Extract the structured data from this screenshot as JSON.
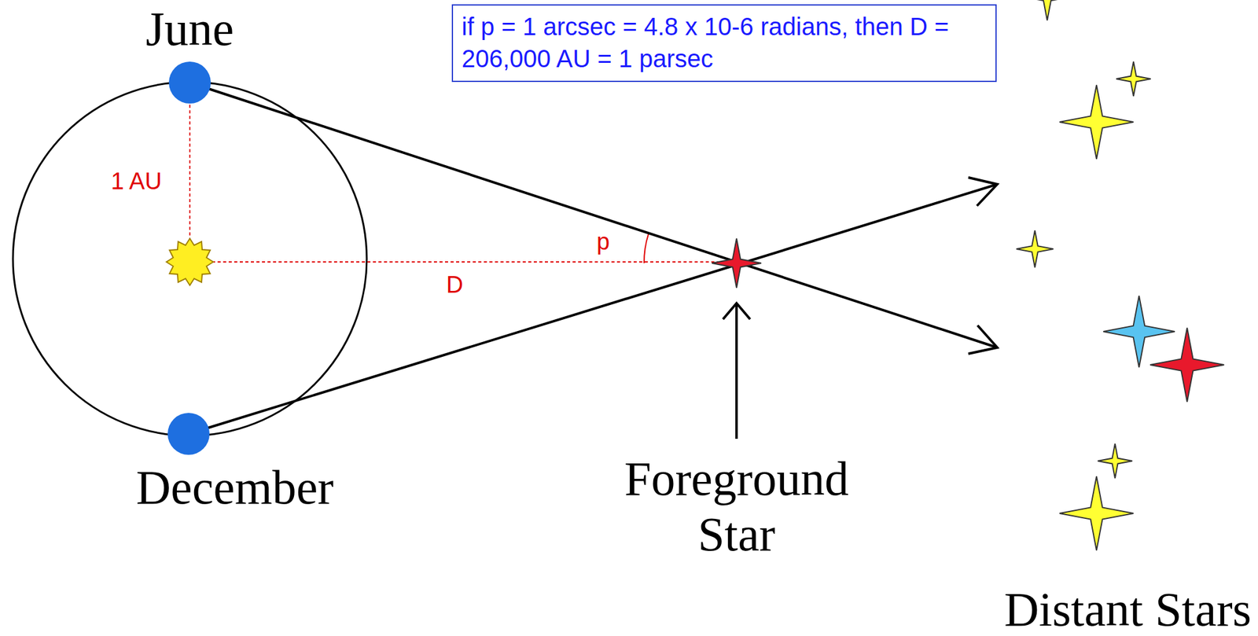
{
  "diagram": {
    "nodes": [
      {
        "text": [
          "if p = 1 arcsec = 4.8 x 10-6 radians, then D = 206,000 AU = 1 parsec"
        ]
      }
    ],
    "labels": [
      "June",
      "December",
      "1 AU",
      "p",
      "D",
      "Foreground Star",
      "Distant Stars"
    ]
  }
}
